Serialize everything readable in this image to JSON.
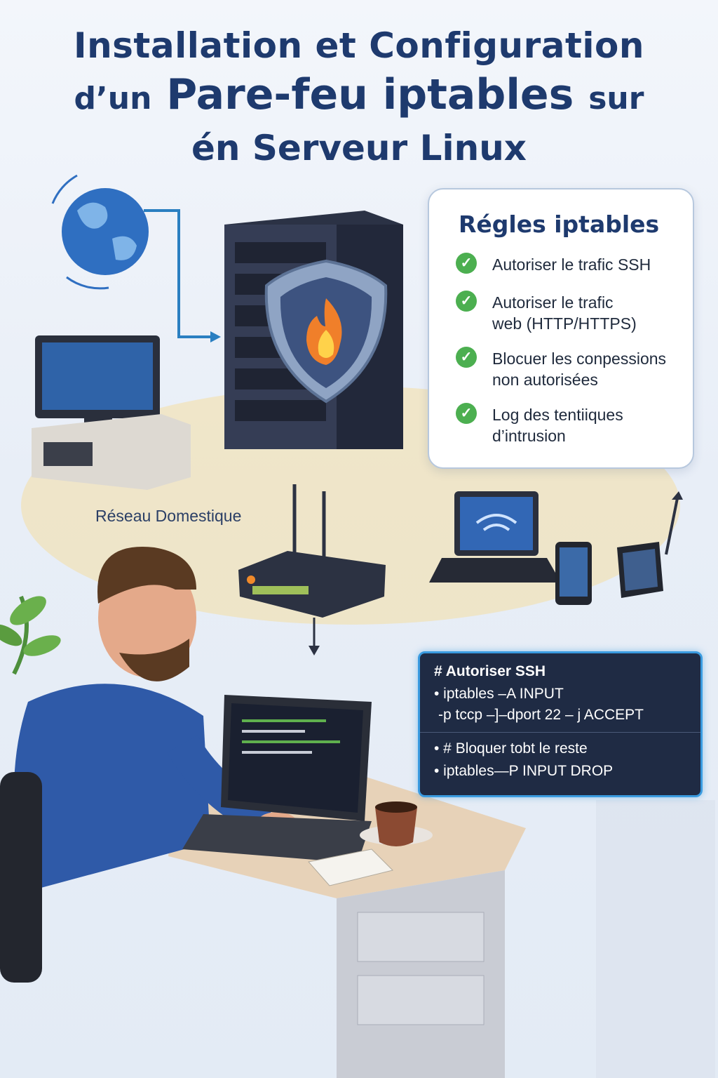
{
  "title": {
    "line1": "Installation et Configuration",
    "line2_prefix": "d’un",
    "line2_main": "Pare-feu iptables",
    "line2_suffix": "sur",
    "line3": "én Serveur Linux"
  },
  "rules_card": {
    "heading": "Régles iptables",
    "items": [
      {
        "line1": "Autoriser le trafic SSH",
        "line2": ""
      },
      {
        "line1": "Autoriser le trafic",
        "line2": "web (HTTP/HTTPS)"
      },
      {
        "line1": "Blocuer les conpessions",
        "line2": "non autorisées"
      },
      {
        "line1": "Log des tentiiques",
        "line2": "d’intrusion"
      }
    ],
    "check_glyph": "✓",
    "check_color": "#4caf50"
  },
  "network_label": "Réseau Domestique",
  "code_card": {
    "lines": [
      "# Autoriser SSH",
      "• iptables –A INPUT",
      "-p tccp –]–dport 22 – j ACCEPT",
      "• # Bloquer tobt le reste",
      "• iptables—P INPUT DROP"
    ],
    "border_color": "#3a9be0",
    "bg_color": "#1f2b44"
  },
  "icons": [
    "globe-icon",
    "server-tower-icon",
    "firewall-shield-icon",
    "desktop-computer-icon",
    "router-icon",
    "laptop-wifi-icon",
    "smartphone-icon",
    "tablet-icon",
    "person-at-laptop",
    "coffee-cup-icon",
    "notepad-icon",
    "plant-icon"
  ]
}
